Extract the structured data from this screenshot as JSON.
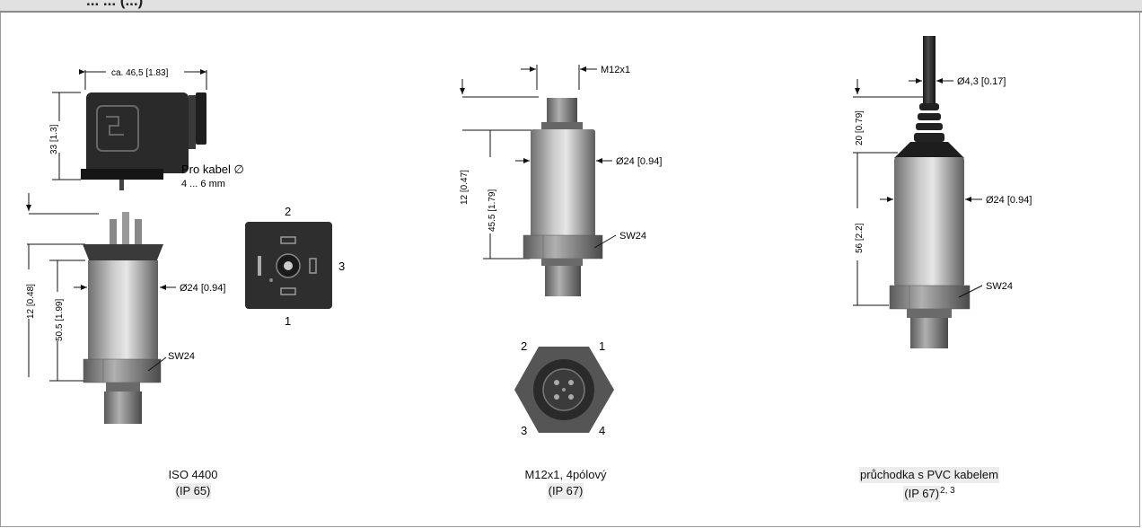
{
  "header": {
    "title": "...   ... (...)"
  },
  "variants": [
    {
      "id": "iso",
      "caption_line1": "ISO 4400",
      "caption_line2": "(IP 65)",
      "dims": {
        "width_top": "ca. 46,5 [1.83]",
        "height_connector": "33 [1.3]",
        "cable_note_1": "Pro kabel ∅",
        "cable_note_2": "4 ... 6 mm",
        "dim_12": "12 [0.48]",
        "dim_50": "50.5 [1.99]",
        "dia": "Ø24 [0.94]",
        "sw": "SW24"
      },
      "pins": [
        "2",
        "3",
        "1"
      ]
    },
    {
      "id": "m12",
      "caption_line1": "M12x1, 4pólový",
      "caption_line2": "(IP 67)",
      "dims": {
        "thread": "M12x1",
        "dim_12": "12 [0.47]",
        "dim_45": "45.5 [1.79]",
        "dia": "Ø24 [0.94]",
        "sw": "SW24"
      },
      "pins": [
        "2",
        "1",
        "3",
        "4"
      ]
    },
    {
      "id": "cable",
      "caption_line1": "průchodka s PVC kabelem",
      "caption_line2": "(IP 67)",
      "caption_sup": "2, 3",
      "dims": {
        "cable_dia": "Ø4,3 [0.17]",
        "dim_20": "20 [0.79]",
        "dim_56": "56 [2.2]",
        "dia": "Ø24 [0.94]",
        "sw": "SW24"
      }
    }
  ]
}
